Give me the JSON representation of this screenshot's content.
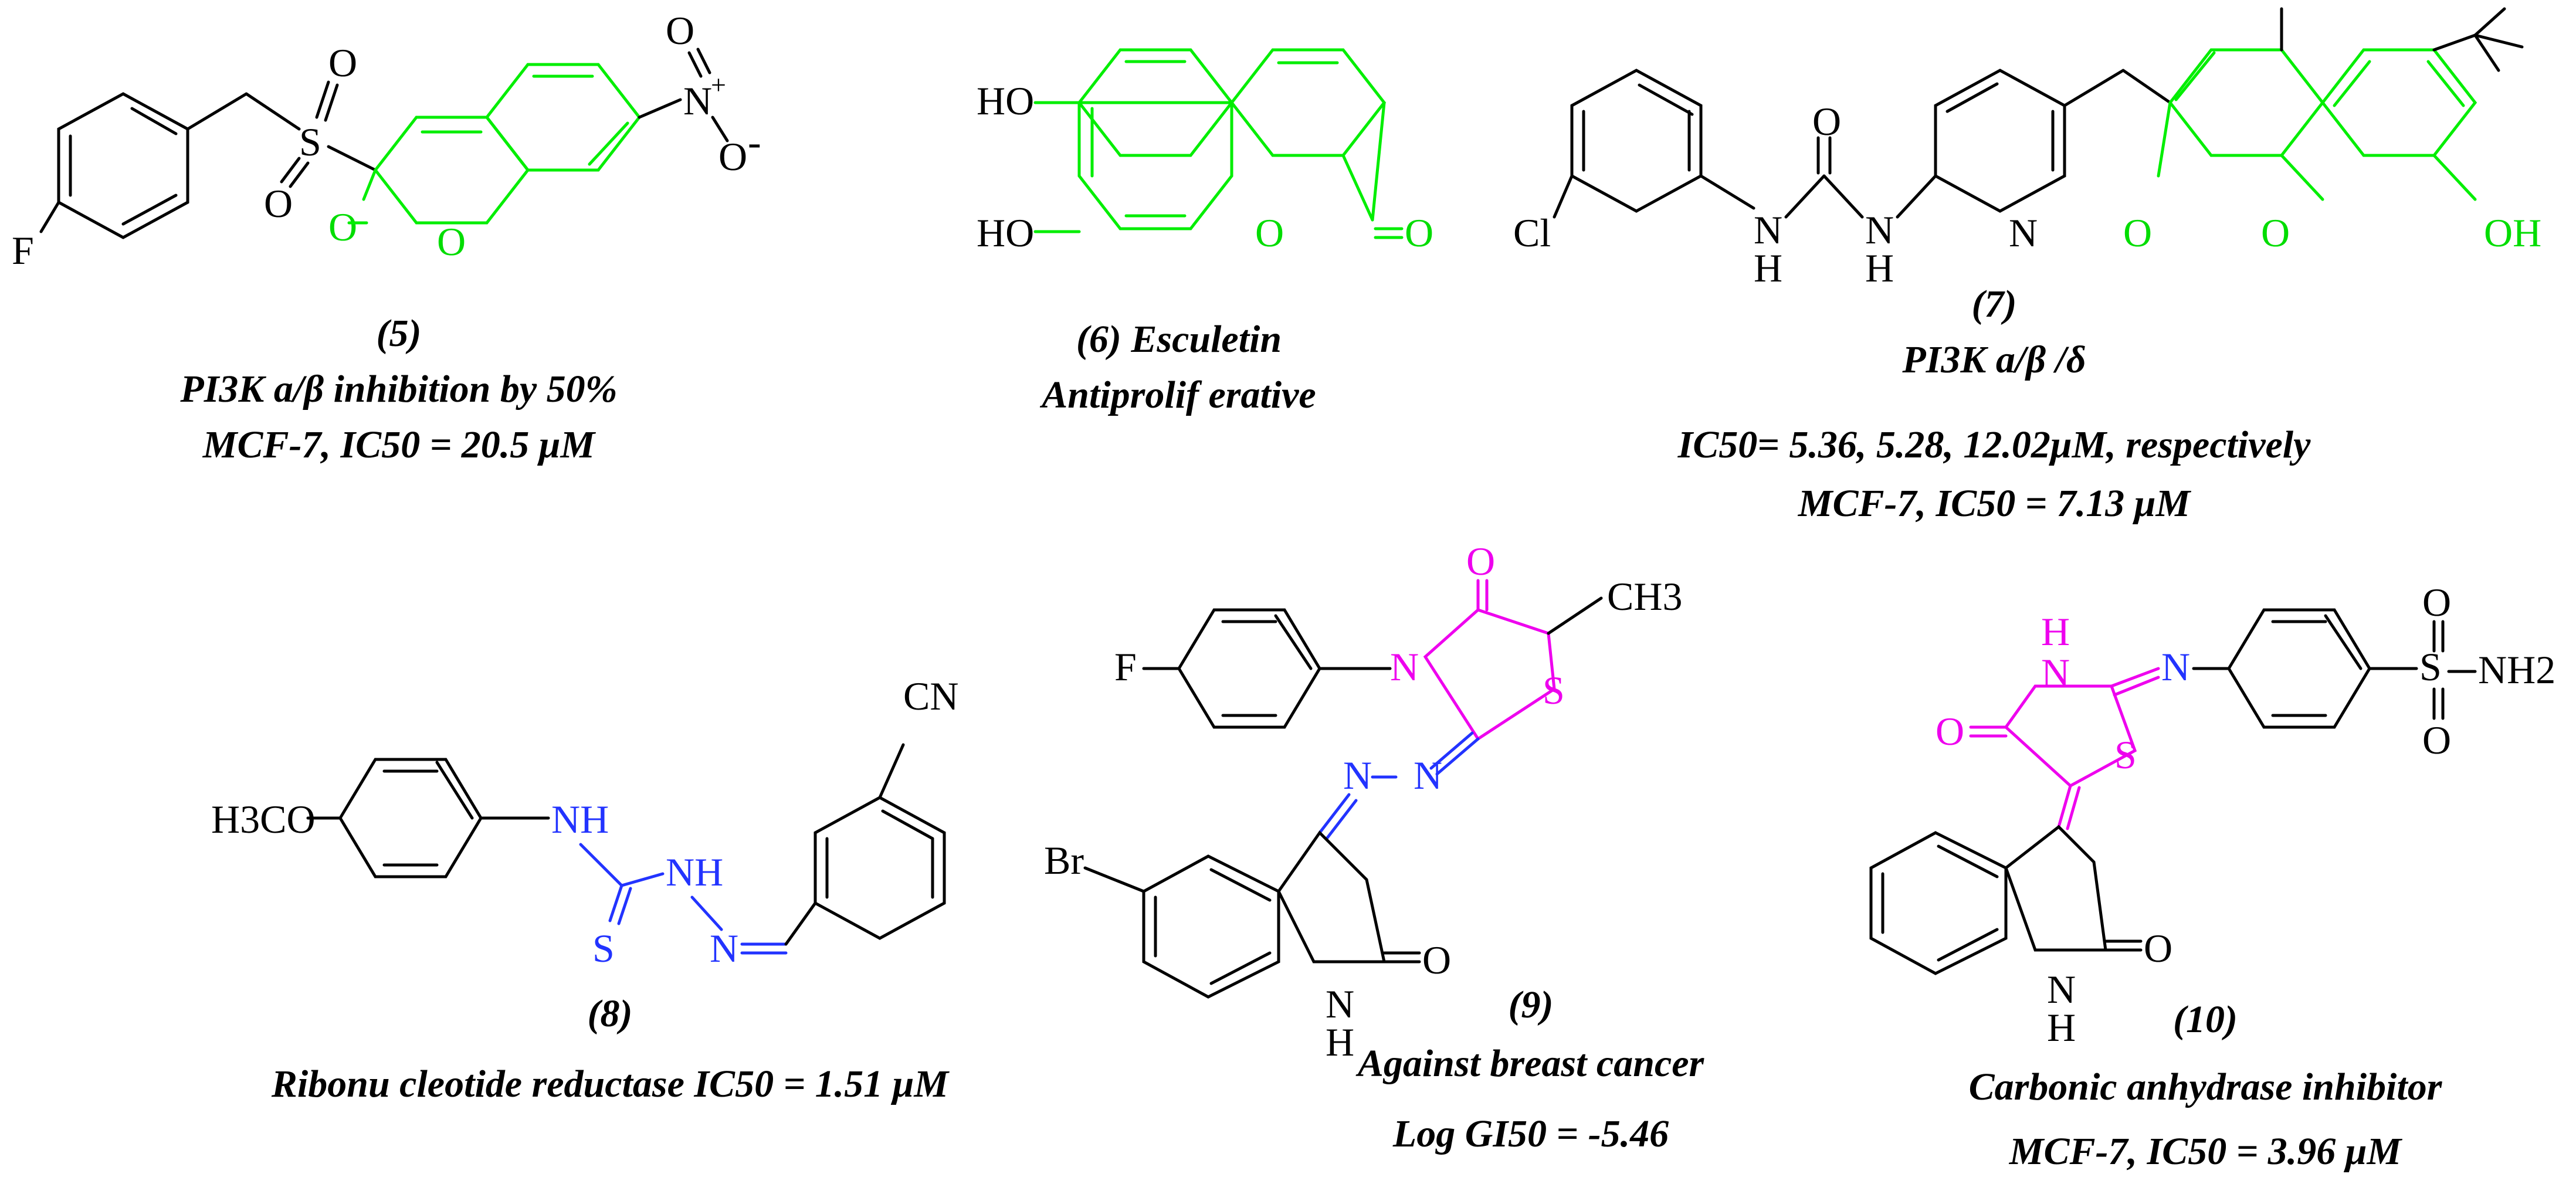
{
  "compounds": [
    {
      "id": "5",
      "label": "(5)",
      "lines": [
        "PI3K a/β inhibition by 50%",
        "MCF-7, IC50 = 20.5 μM"
      ]
    },
    {
      "id": "6",
      "label": "(6) Esculetin",
      "lines": [
        "Antiprolif erative"
      ]
    },
    {
      "id": "7",
      "label": "(7)",
      "lines": [
        "PI3K a/β /δ",
        "IC50= 5.36, 5.28, 12.02μM, respectively",
        "MCF-7, IC50 = 7.13 μM"
      ]
    },
    {
      "id": "8",
      "label": "(8)",
      "lines": [
        "Ribonu cleotide reductase IC50 = 1.51 μM"
      ]
    },
    {
      "id": "9",
      "label": "(9)",
      "lines": [
        "Against breast cancer",
        "Log GI50 = -5.46"
      ]
    },
    {
      "id": "10",
      "label": "(10)",
      "lines": [
        "Carbonic anhydrase inhibitor",
        "MCF-7, IC50 = 3.96 μM"
      ]
    }
  ],
  "atoms": {
    "c5": {
      "F": "F",
      "S": "S",
      "O1": "O",
      "O2": "O",
      "N": "N",
      "Nplus": "+",
      "O3": "O",
      "O4": "O",
      "Ominus": "-",
      "Oring": "O",
      "Ocarb": "O"
    },
    "c6": {
      "HO1": "HO",
      "HO2": "HO",
      "Oring": "O",
      "Ocarb": "O"
    },
    "c7": {
      "Cl": "Cl",
      "Ou": "O",
      "N1": "N",
      "H1": "H",
      "N2": "N",
      "H2": "H",
      "Npy": "N",
      "Ocarb": "O",
      "Oring": "O",
      "OH": "OH"
    },
    "c8": {
      "H3CO": "H3CO",
      "NH1": "NH",
      "NH2": "NH",
      "S": "S",
      "N": "N",
      "CN": "CN"
    },
    "c9": {
      "F": "F",
      "O": "O",
      "CH3": "CH3",
      "N": "N",
      "S": "S",
      "N1": "N",
      "N2": "N",
      "Br": "Br",
      "O2": "O",
      "NH_N": "N",
      "NH_H": "H"
    },
    "c10": {
      "NH_H": "H",
      "NH_N": "N",
      "N": "N",
      "O": "O",
      "S": "S",
      "Os1": "O",
      "Os2": "O",
      "Ssul": "S",
      "NH2": "NH2",
      "O2": "O",
      "NH2_N": "N",
      "NH2_H": "H"
    }
  },
  "colors": {
    "coumarin": "#00ee00",
    "thiosemicarbazone": "#2233ff",
    "thiazolidinone": "#ee00ee",
    "bonds": "#000000"
  }
}
